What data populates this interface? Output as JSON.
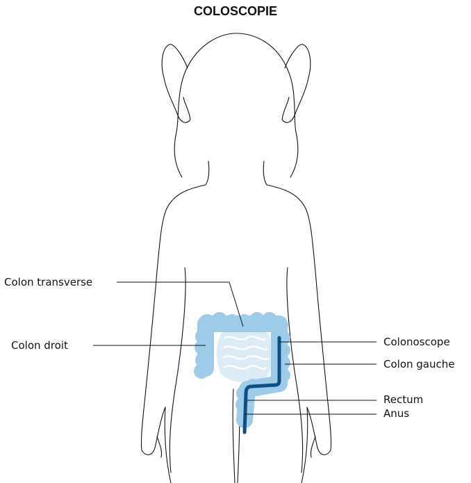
{
  "title": "COLOSCOPIE",
  "labels": {
    "colon_transverse": "Colon transverse",
    "colon_droit": "Colon droit",
    "colonoscope": "Colonoscope",
    "colon_gauche": "Colon gauche",
    "rectum": "Rectum",
    "anus": "Anus"
  },
  "colors": {
    "colon": "#9dcbe8",
    "small_intestine": "#dcecf7",
    "colonoscope": "#0e4f86",
    "outline": "#111111"
  }
}
